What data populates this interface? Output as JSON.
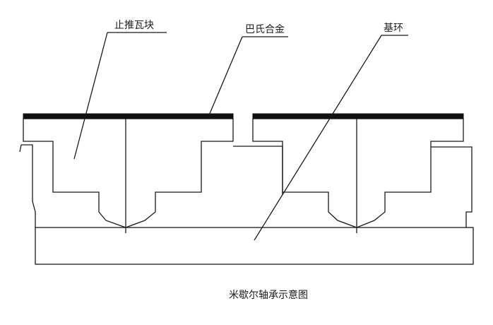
{
  "labels": {
    "thrust_pad": "止推瓦块",
    "babbitt": "巴氏合金",
    "base_ring": "基环"
  },
  "caption": "米歇尔轴承示意图"
}
